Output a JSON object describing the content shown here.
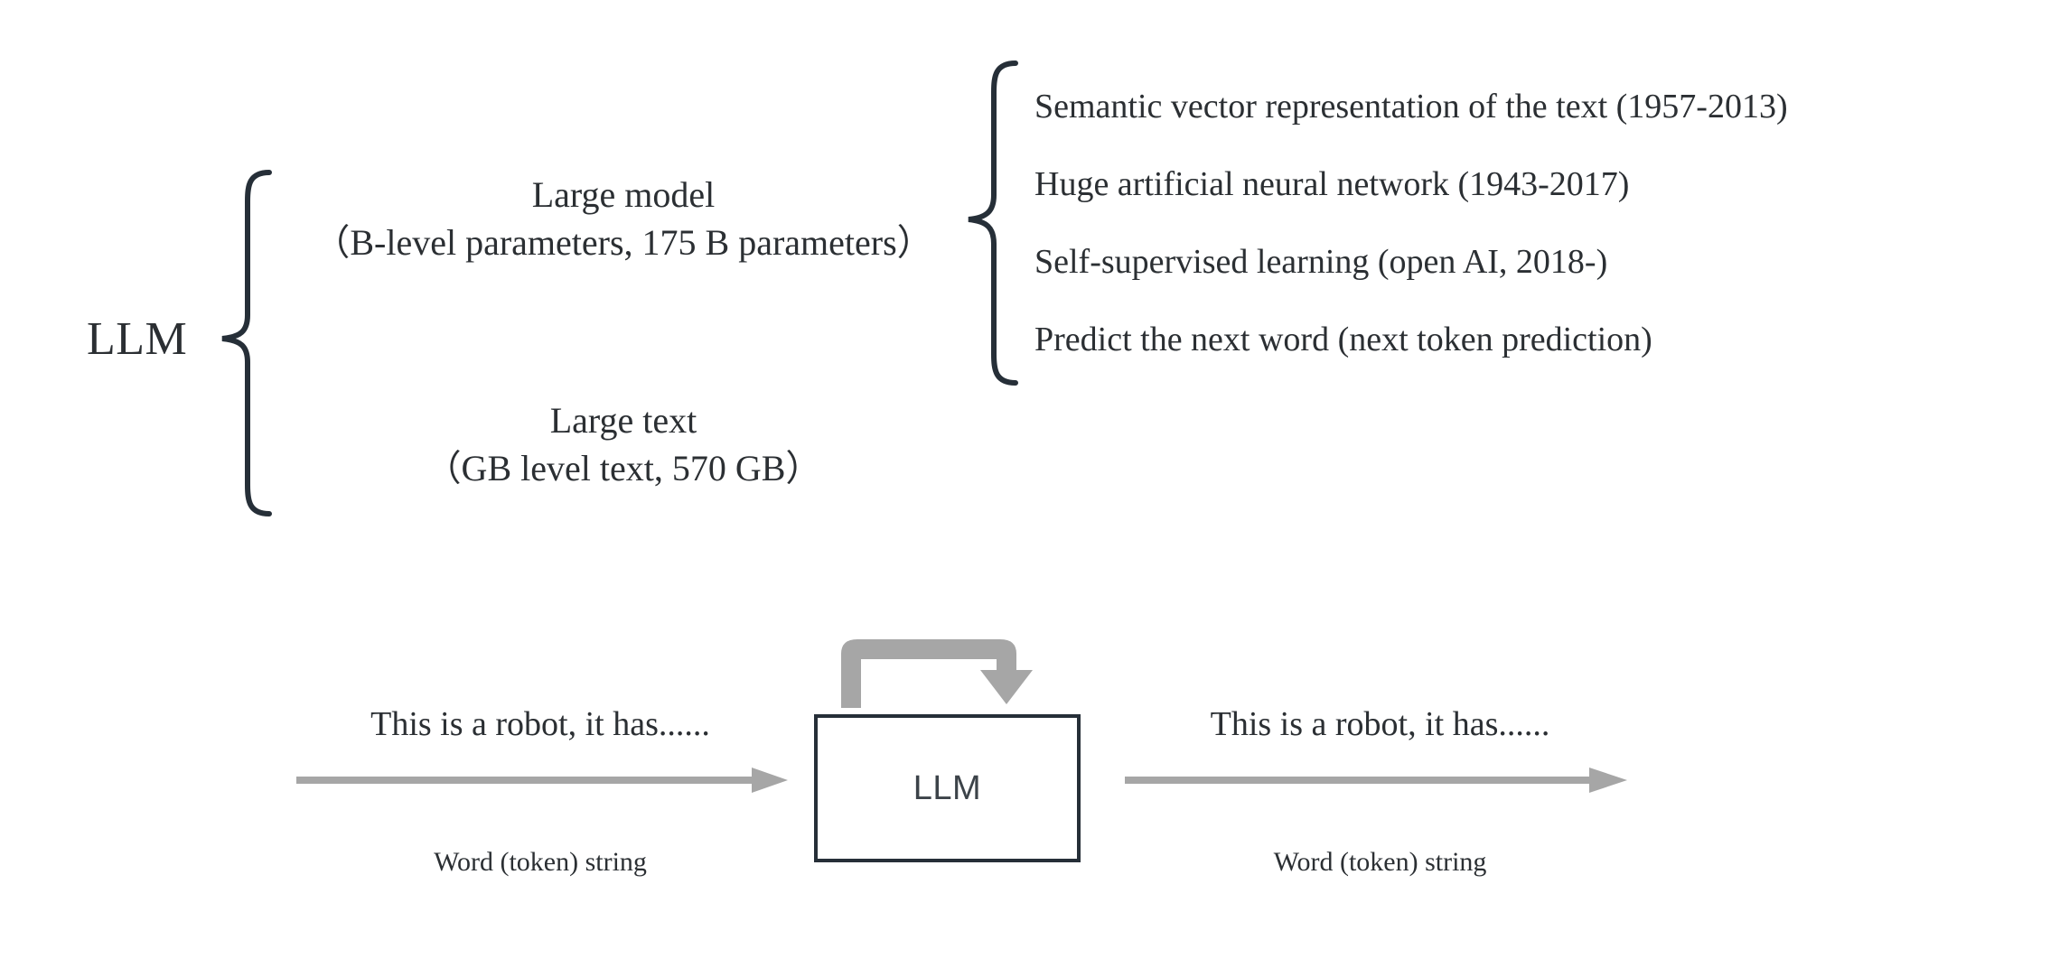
{
  "diagram": {
    "title_root": "LLM",
    "taxonomy": {
      "branches": [
        {
          "name": "large-model",
          "line1": "Large model",
          "line2": "（B-level parameters, 175 B parameters）"
        },
        {
          "name": "large-text",
          "line1": "Large text",
          "line2": "（GB level text, 570 GB）"
        }
      ],
      "features": [
        "Semantic vector representation of the text (1957-2013)",
        "Huge artificial neural network (1943-2017)",
        "Self-supervised learning (open AI, 2018-)",
        "Predict the next word (next token prediction)"
      ]
    },
    "flow": {
      "box_label": "LLM",
      "input_caption": "This is a robot, it has......",
      "input_sublabel": "Word (token) string",
      "output_caption": "This is a robot, it has......",
      "output_sublabel": "Word (token) string",
      "loop_icon": "recurrence-loop-arrow-icon",
      "input_arrow_icon": "right-arrow-icon",
      "output_arrow_icon": "right-arrow-icon"
    }
  },
  "colors": {
    "text": "#2b2f33",
    "box_border": "#262f38",
    "arrow_gray": "#a6a6a6",
    "background": "#ffffff"
  }
}
